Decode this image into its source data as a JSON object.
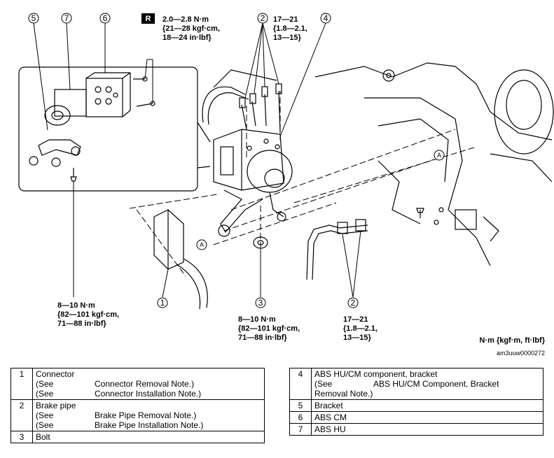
{
  "diagram": {
    "callouts": [
      "5",
      "7",
      "6",
      "2",
      "4",
      "1",
      "3",
      "2"
    ],
    "repair_badge": "R",
    "ref_marks": [
      "A",
      "A"
    ],
    "torque_specs": [
      [
        "2.0—2.8 N·m",
        "{21—28 kgf·cm,",
        "18—24 in·lbf}"
      ],
      [
        "17—21",
        "{1.8—2.1,",
        "13—15}"
      ],
      [
        "8—10 N·m",
        "{82—101 kgf·cm,",
        "71—88 in·lbf}"
      ],
      [
        "8—10 N·m",
        "{82—101 kgf·cm,",
        "71—88 in·lbf}"
      ],
      [
        "17—21",
        "{1.8—2.1,",
        "13—15}"
      ]
    ],
    "units_note": "N·m {kgf·m, ft·lbf}",
    "figure_id": "am3uuw0000272"
  },
  "parts_left": [
    {
      "num": "1",
      "name": "Connector",
      "notes": [
        [
          "(See",
          "Connector Removal Note.)"
        ],
        [
          "(See",
          "Connector Installation Note.)"
        ]
      ]
    },
    {
      "num": "2",
      "name": "Brake pipe",
      "notes": [
        [
          "(See",
          "Brake Pipe Removal Note.)"
        ],
        [
          "(See",
          "Brake Pipe Installation Note.)"
        ]
      ]
    },
    {
      "num": "3",
      "name": "Bolt",
      "notes": []
    }
  ],
  "parts_right": [
    {
      "num": "4",
      "name": "ABS HU/CM component, bracket",
      "notes": [
        [
          "(See",
          "ABS HU/CM Component, Bracket"
        ]
      ],
      "extra": "Removal Note.)"
    },
    {
      "num": "5",
      "name": "Bracket",
      "notes": []
    },
    {
      "num": "6",
      "name": "ABS CM",
      "notes": []
    },
    {
      "num": "7",
      "name": "ABS HU",
      "notes": []
    }
  ]
}
